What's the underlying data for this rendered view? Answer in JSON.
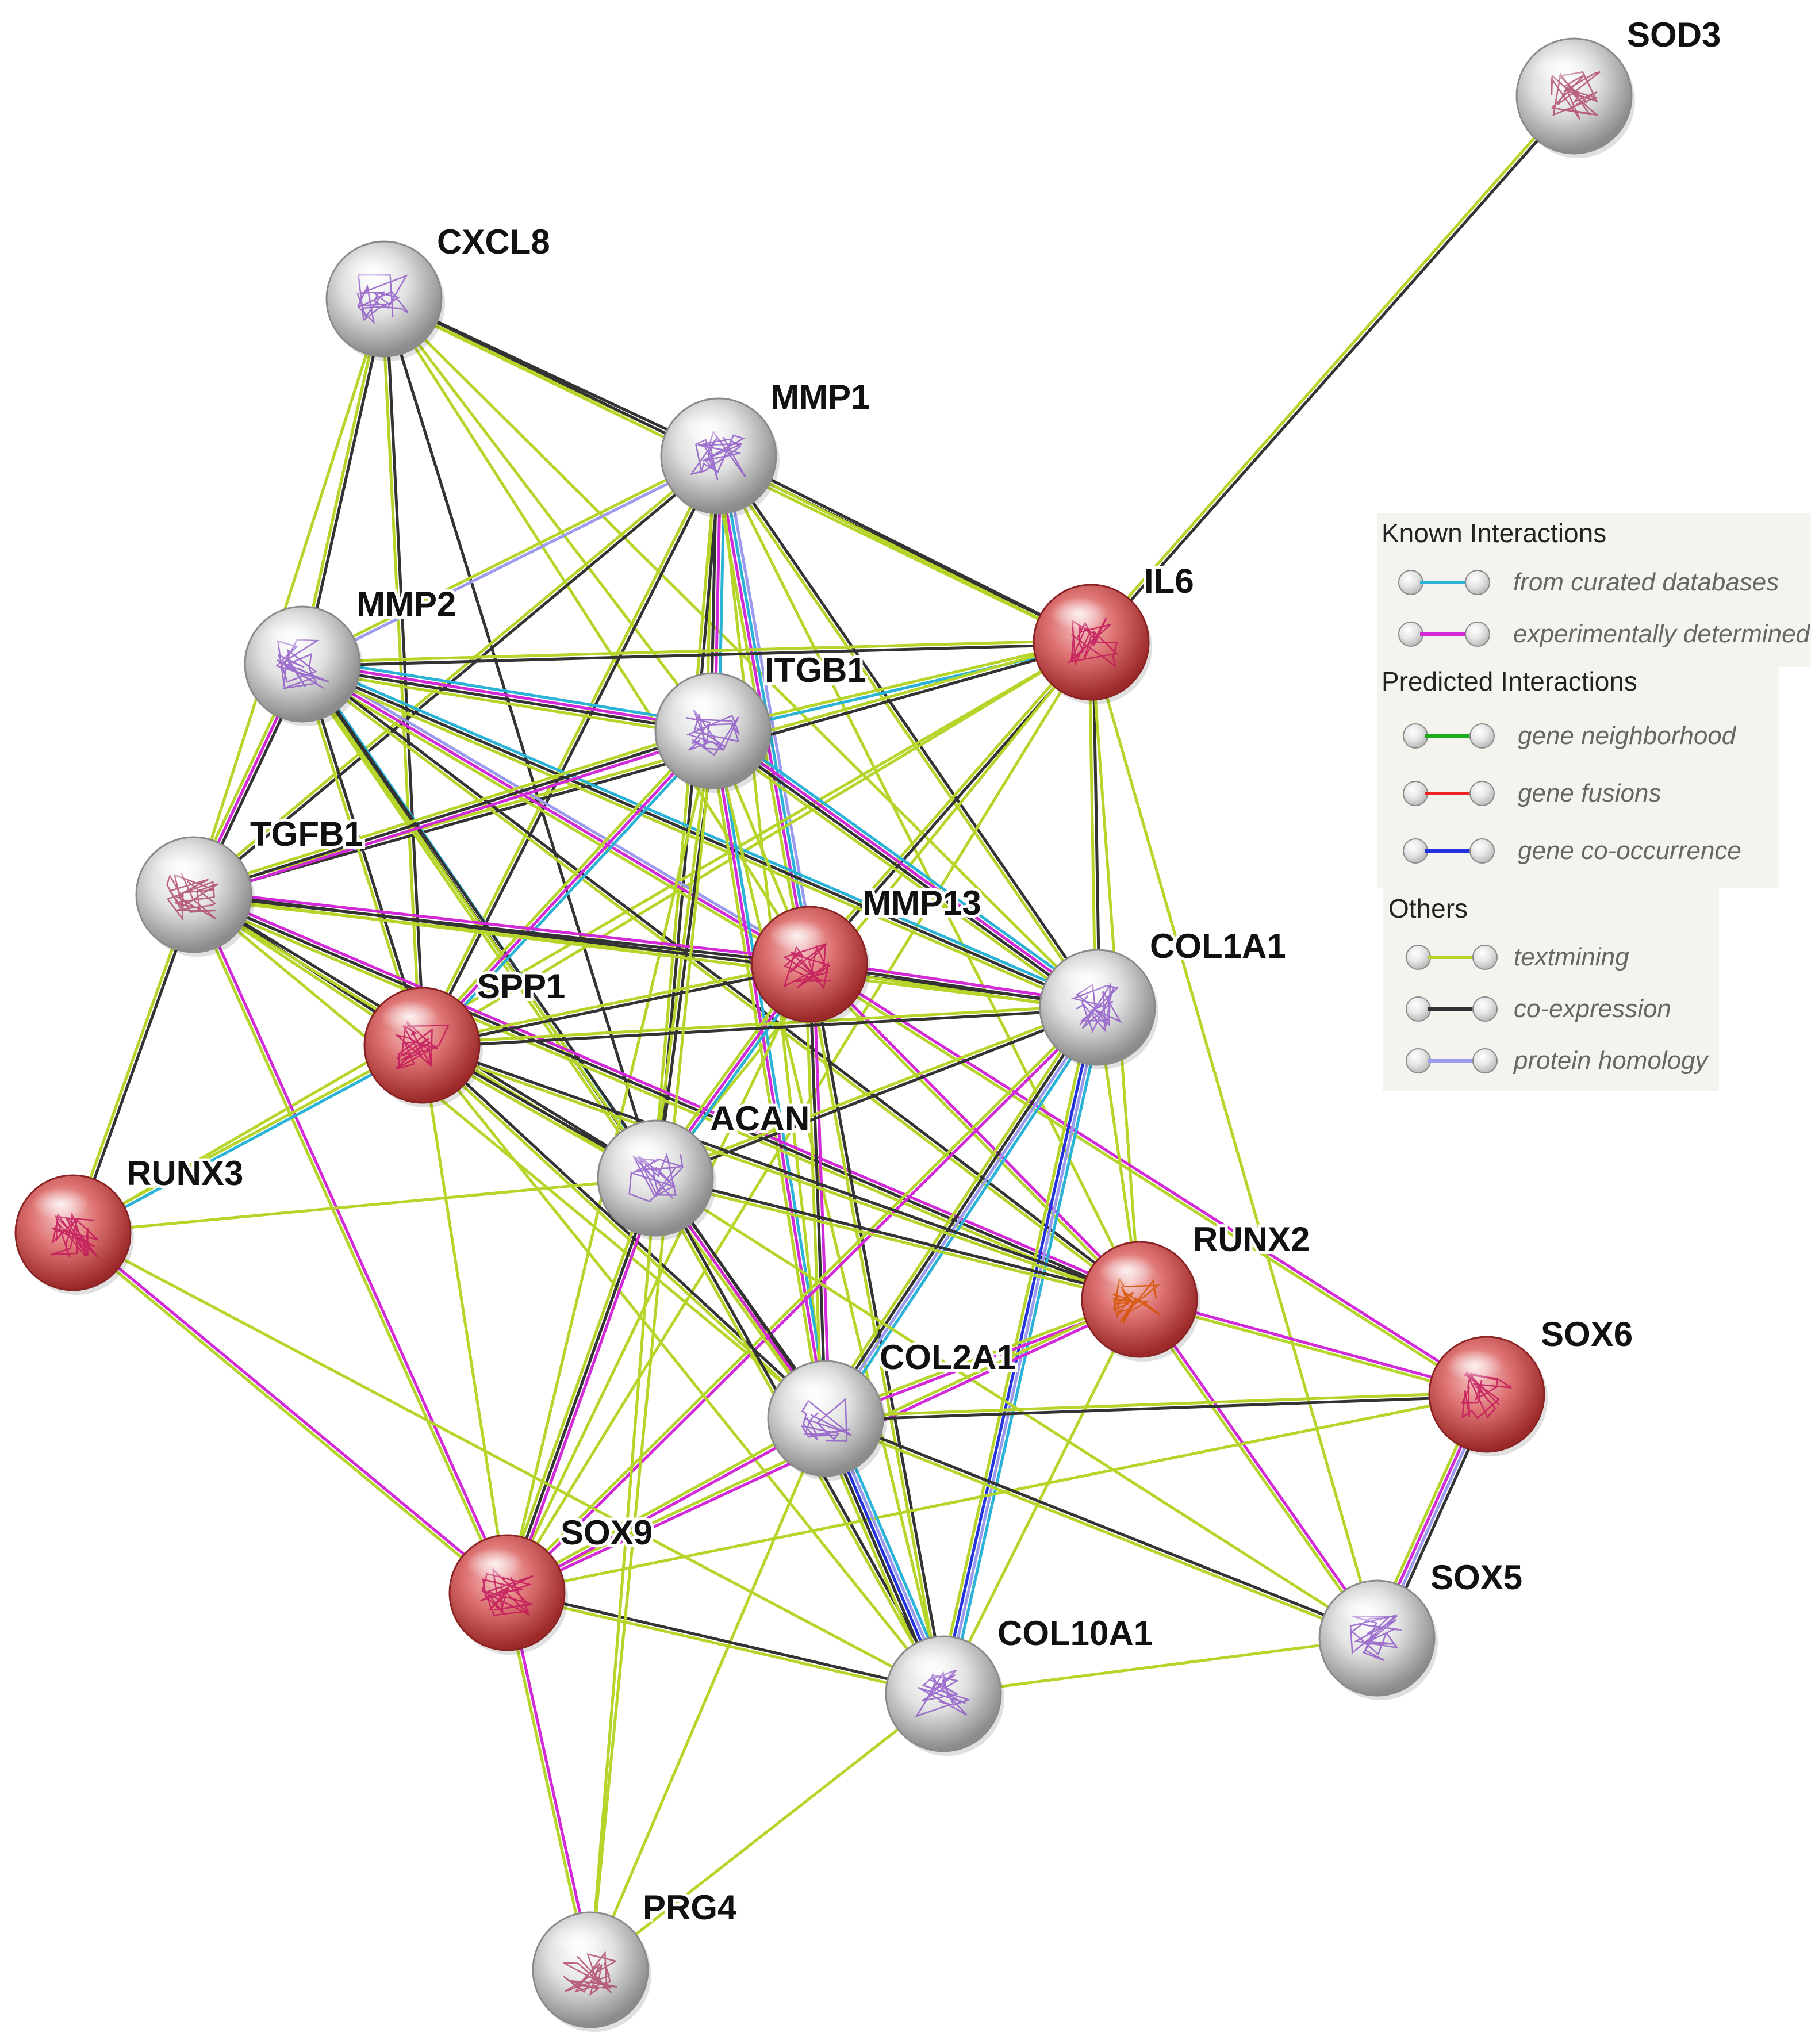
{
  "network": {
    "nodes": [
      {
        "id": "SOD3",
        "label": "SOD3",
        "color": "grey"
      },
      {
        "id": "CXCL8",
        "label": "CXCL8",
        "color": "grey"
      },
      {
        "id": "MMP1",
        "label": "MMP1",
        "color": "grey"
      },
      {
        "id": "IL6",
        "label": "IL6",
        "color": "red"
      },
      {
        "id": "MMP2",
        "label": "MMP2",
        "color": "grey"
      },
      {
        "id": "ITGB1",
        "label": "ITGB1",
        "color": "grey"
      },
      {
        "id": "TGFB1",
        "label": "TGFB1",
        "color": "grey"
      },
      {
        "id": "MMP13",
        "label": "MMP13",
        "color": "red"
      },
      {
        "id": "COL1A1",
        "label": "COL1A1",
        "color": "grey"
      },
      {
        "id": "SPP1",
        "label": "SPP1",
        "color": "red"
      },
      {
        "id": "ACAN",
        "label": "ACAN",
        "color": "grey"
      },
      {
        "id": "RUNX3",
        "label": "RUNX3",
        "color": "red"
      },
      {
        "id": "RUNX2",
        "label": "RUNX2",
        "color": "red"
      },
      {
        "id": "SOX6",
        "label": "SOX6",
        "color": "red"
      },
      {
        "id": "COL2A1",
        "label": "COL2A1",
        "color": "grey"
      },
      {
        "id": "SOX9",
        "label": "SOX9",
        "color": "red"
      },
      {
        "id": "SOX5",
        "label": "SOX5",
        "color": "grey"
      },
      {
        "id": "COL10A1",
        "label": "COL10A1",
        "color": "grey"
      },
      {
        "id": "PRG4",
        "label": "PRG4",
        "color": "grey"
      }
    ],
    "edges": [
      {
        "a": "SOD3",
        "b": "IL6",
        "types": [
          "black",
          "text"
        ]
      },
      {
        "a": "CXCL8",
        "b": "MMP1",
        "types": [
          "black",
          "text"
        ]
      },
      {
        "a": "CXCL8",
        "b": "IL6",
        "types": [
          "black",
          "text"
        ]
      },
      {
        "a": "CXCL8",
        "b": "MMP2",
        "types": [
          "black",
          "text"
        ]
      },
      {
        "a": "CXCL8",
        "b": "TGFB1",
        "types": [
          "text"
        ]
      },
      {
        "a": "CXCL8",
        "b": "ITGB1",
        "types": [
          "text"
        ]
      },
      {
        "a": "CXCL8",
        "b": "SPP1",
        "types": [
          "black",
          "text"
        ]
      },
      {
        "a": "CXCL8",
        "b": "ACAN",
        "types": [
          "black"
        ]
      },
      {
        "a": "CXCL8",
        "b": "MMP13",
        "types": [
          "text"
        ]
      },
      {
        "a": "CXCL8",
        "b": "COL1A1",
        "types": [
          "text"
        ]
      },
      {
        "a": "MMP1",
        "b": "IL6",
        "types": [
          "black",
          "text"
        ]
      },
      {
        "a": "MMP1",
        "b": "MMP2",
        "types": [
          "homology",
          "text"
        ]
      },
      {
        "a": "MMP1",
        "b": "ITGB1",
        "types": [
          "curated",
          "exp",
          "black",
          "text"
        ]
      },
      {
        "a": "MMP1",
        "b": "TGFB1",
        "types": [
          "black",
          "text"
        ]
      },
      {
        "a": "MMP1",
        "b": "MMP13",
        "types": [
          "homology",
          "curated",
          "exp",
          "text"
        ]
      },
      {
        "a": "MMP1",
        "b": "COL1A1",
        "types": [
          "black",
          "text"
        ]
      },
      {
        "a": "MMP1",
        "b": "SPP1",
        "types": [
          "black",
          "text"
        ]
      },
      {
        "a": "MMP1",
        "b": "ACAN",
        "types": [
          "black",
          "text"
        ]
      },
      {
        "a": "MMP1",
        "b": "RUNX2",
        "types": [
          "text"
        ]
      },
      {
        "a": "MMP1",
        "b": "COL2A1",
        "types": [
          "text"
        ]
      },
      {
        "a": "IL6",
        "b": "MMP2",
        "types": [
          "black",
          "text"
        ]
      },
      {
        "a": "IL6",
        "b": "ITGB1",
        "types": [
          "curated",
          "text"
        ]
      },
      {
        "a": "IL6",
        "b": "TGFB1",
        "types": [
          "black",
          "text"
        ]
      },
      {
        "a": "IL6",
        "b": "MMP13",
        "types": [
          "black",
          "text"
        ]
      },
      {
        "a": "IL6",
        "b": "COL1A1",
        "types": [
          "black",
          "text"
        ]
      },
      {
        "a": "IL6",
        "b": "SPP1",
        "types": [
          "text"
        ]
      },
      {
        "a": "IL6",
        "b": "ACAN",
        "types": [
          "text"
        ]
      },
      {
        "a": "IL6",
        "b": "RUNX2",
        "types": [
          "text"
        ]
      },
      {
        "a": "IL6",
        "b": "SOX9",
        "types": [
          "text"
        ]
      },
      {
        "a": "IL6",
        "b": "SOX5",
        "types": [
          "text"
        ]
      },
      {
        "a": "IL6",
        "b": "RUNX3",
        "types": [
          "text"
        ]
      },
      {
        "a": "MMP2",
        "b": "ITGB1",
        "types": [
          "curated",
          "exp",
          "black",
          "text"
        ]
      },
      {
        "a": "MMP2",
        "b": "TGFB1",
        "types": [
          "black",
          "exp",
          "text"
        ]
      },
      {
        "a": "MMP2",
        "b": "MMP13",
        "types": [
          "homology",
          "exp",
          "text"
        ]
      },
      {
        "a": "MMP2",
        "b": "COL1A1",
        "types": [
          "curated",
          "black",
          "text"
        ]
      },
      {
        "a": "MMP2",
        "b": "SPP1",
        "types": [
          "black",
          "text"
        ]
      },
      {
        "a": "MMP2",
        "b": "ACAN",
        "types": [
          "curated",
          "black",
          "text"
        ]
      },
      {
        "a": "MMP2",
        "b": "RUNX2",
        "types": [
          "black",
          "text"
        ]
      },
      {
        "a": "MMP2",
        "b": "COL2A1",
        "types": [
          "black",
          "text"
        ]
      },
      {
        "a": "ITGB1",
        "b": "TGFB1",
        "types": [
          "exp",
          "black",
          "text"
        ]
      },
      {
        "a": "ITGB1",
        "b": "MMP13",
        "types": [
          "text"
        ]
      },
      {
        "a": "ITGB1",
        "b": "COL1A1",
        "types": [
          "curated",
          "exp",
          "black",
          "text"
        ]
      },
      {
        "a": "ITGB1",
        "b": "SPP1",
        "types": [
          "curated",
          "exp",
          "text"
        ]
      },
      {
        "a": "ITGB1",
        "b": "ACAN",
        "types": [
          "black",
          "text"
        ]
      },
      {
        "a": "ITGB1",
        "b": "COL2A1",
        "types": [
          "curated",
          "exp",
          "text"
        ]
      },
      {
        "a": "ITGB1",
        "b": "COL10A1",
        "types": [
          "text"
        ]
      },
      {
        "a": "ITGB1",
        "b": "SOX9",
        "types": [
          "text"
        ]
      },
      {
        "a": "TGFB1",
        "b": "MMP13",
        "types": [
          "exp",
          "black",
          "text"
        ]
      },
      {
        "a": "TGFB1",
        "b": "COL1A1",
        "types": [
          "black",
          "text"
        ]
      },
      {
        "a": "TGFB1",
        "b": "SPP1",
        "types": [
          "black",
          "text"
        ]
      },
      {
        "a": "TGFB1",
        "b": "ACAN",
        "types": [
          "black",
          "text"
        ]
      },
      {
        "a": "TGFB1",
        "b": "RUNX3",
        "types": [
          "black",
          "text"
        ]
      },
      {
        "a": "TGFB1",
        "b": "RUNX2",
        "types": [
          "exp",
          "black",
          "text"
        ]
      },
      {
        "a": "TGFB1",
        "b": "COL2A1",
        "types": [
          "text"
        ]
      },
      {
        "a": "TGFB1",
        "b": "SOX9",
        "types": [
          "exp",
          "text"
        ]
      },
      {
        "a": "MMP13",
        "b": "COL1A1",
        "types": [
          "exp",
          "black",
          "text"
        ]
      },
      {
        "a": "MMP13",
        "b": "SPP1",
        "types": [
          "black",
          "text"
        ]
      },
      {
        "a": "MMP13",
        "b": "ACAN",
        "types": [
          "curated",
          "exp",
          "text"
        ]
      },
      {
        "a": "MMP13",
        "b": "RUNX2",
        "types": [
          "exp",
          "text"
        ]
      },
      {
        "a": "MMP13",
        "b": "COL2A1",
        "types": [
          "exp",
          "black",
          "text"
        ]
      },
      {
        "a": "MMP13",
        "b": "SOX9",
        "types": [
          "text"
        ]
      },
      {
        "a": "MMP13",
        "b": "COL10A1",
        "types": [
          "black",
          "text"
        ]
      },
      {
        "a": "MMP13",
        "b": "SOX6",
        "types": [
          "exp",
          "text"
        ]
      },
      {
        "a": "COL1A1",
        "b": "SPP1",
        "types": [
          "black",
          "text"
        ]
      },
      {
        "a": "COL1A1",
        "b": "ACAN",
        "types": [
          "black",
          "text"
        ]
      },
      {
        "a": "COL1A1",
        "b": "RUNX2",
        "types": [
          "text"
        ]
      },
      {
        "a": "COL1A1",
        "b": "COL2A1",
        "types": [
          "curated",
          "homology",
          "black",
          "text"
        ]
      },
      {
        "a": "COL1A1",
        "b": "COL10A1",
        "types": [
          "curated",
          "homology",
          "cooc",
          "text"
        ]
      },
      {
        "a": "COL1A1",
        "b": "SOX9",
        "types": [
          "exp",
          "text"
        ]
      },
      {
        "a": "SPP1",
        "b": "ACAN",
        "types": [
          "black",
          "text"
        ]
      },
      {
        "a": "SPP1",
        "b": "RUNX3",
        "types": [
          "curated",
          "text"
        ]
      },
      {
        "a": "SPP1",
        "b": "RUNX2",
        "types": [
          "black",
          "text"
        ]
      },
      {
        "a": "SPP1",
        "b": "COL2A1",
        "types": [
          "black",
          "text"
        ]
      },
      {
        "a": "SPP1",
        "b": "SOX9",
        "types": [
          "text"
        ]
      },
      {
        "a": "SPP1",
        "b": "COL10A1",
        "types": [
          "text"
        ]
      },
      {
        "a": "ACAN",
        "b": "RUNX2",
        "types": [
          "black",
          "text"
        ]
      },
      {
        "a": "ACAN",
        "b": "COL2A1",
        "types": [
          "black",
          "exp",
          "text"
        ]
      },
      {
        "a": "ACAN",
        "b": "SOX9",
        "types": [
          "exp",
          "black",
          "text"
        ]
      },
      {
        "a": "ACAN",
        "b": "COL10A1",
        "types": [
          "black",
          "text"
        ]
      },
      {
        "a": "ACAN",
        "b": "RUNX3",
        "types": [
          "text"
        ]
      },
      {
        "a": "ACAN",
        "b": "SOX5",
        "types": [
          "text"
        ]
      },
      {
        "a": "RUNX3",
        "b": "SOX9",
        "types": [
          "exp",
          "text"
        ]
      },
      {
        "a": "RUNX3",
        "b": "COL10A1",
        "types": [
          "text"
        ]
      },
      {
        "a": "RUNX2",
        "b": "SOX6",
        "types": [
          "exp",
          "text"
        ]
      },
      {
        "a": "RUNX2",
        "b": "COL2A1",
        "types": [
          "exp",
          "text"
        ]
      },
      {
        "a": "RUNX2",
        "b": "SOX9",
        "types": [
          "exp",
          "text"
        ]
      },
      {
        "a": "RUNX2",
        "b": "COL10A1",
        "types": [
          "text"
        ]
      },
      {
        "a": "RUNX2",
        "b": "SOX5",
        "types": [
          "exp",
          "text"
        ]
      },
      {
        "a": "SOX6",
        "b": "COL2A1",
        "types": [
          "black",
          "text"
        ]
      },
      {
        "a": "SOX6",
        "b": "SOX5",
        "types": [
          "black",
          "homology",
          "exp",
          "text"
        ]
      },
      {
        "a": "SOX6",
        "b": "SOX9",
        "types": [
          "text"
        ]
      },
      {
        "a": "COL2A1",
        "b": "SOX9",
        "types": [
          "exp",
          "text"
        ]
      },
      {
        "a": "COL2A1",
        "b": "COL10A1",
        "types": [
          "curated",
          "homology",
          "cooc",
          "black",
          "text"
        ]
      },
      {
        "a": "COL2A1",
        "b": "SOX5",
        "types": [
          "black",
          "text"
        ]
      },
      {
        "a": "COL2A1",
        "b": "PRG4",
        "types": [
          "text"
        ]
      },
      {
        "a": "SOX9",
        "b": "COL10A1",
        "types": [
          "black",
          "text"
        ]
      },
      {
        "a": "SOX9",
        "b": "PRG4",
        "types": [
          "exp",
          "text"
        ]
      },
      {
        "a": "SOX5",
        "b": "COL10A1",
        "types": [
          "text"
        ]
      },
      {
        "a": "COL10A1",
        "b": "PRG4",
        "types": [
          "text"
        ]
      },
      {
        "a": "ACAN",
        "b": "PRG4",
        "types": [
          "text"
        ]
      },
      {
        "a": "ITGB1",
        "b": "PRG4",
        "types": [
          "text"
        ]
      }
    ],
    "edge_colors": {
      "curated": "#2ab3d6",
      "exp": "#d12ad6",
      "neighborhood": "#1fa91f",
      "fusion": "#ee2222",
      "cooc": "#2233dd",
      "text": "#b5d52a",
      "black": "#333333",
      "homology": "#9a9aee"
    },
    "node_colors": {
      "grey": "#d9d9d9",
      "red": "#d75f5f"
    }
  },
  "legend": {
    "known": {
      "title": "Known Interactions",
      "items": [
        {
          "label": "from curated databases",
          "color": "#2ab3d6"
        },
        {
          "label": "experimentally determined",
          "color": "#d12ad6"
        }
      ]
    },
    "predicted": {
      "title": "Predicted Interactions",
      "items": [
        {
          "label": "gene neighborhood",
          "color": "#1fa91f"
        },
        {
          "label": "gene fusions",
          "color": "#ee2222"
        },
        {
          "label": "gene co-occurrence",
          "color": "#2233dd"
        }
      ]
    },
    "others": {
      "title": "Others",
      "items": [
        {
          "label": "textmining",
          "color": "#b5d52a"
        },
        {
          "label": "co-expression",
          "color": "#333333"
        },
        {
          "label": "protein homology",
          "color": "#9a9aee"
        }
      ]
    }
  }
}
